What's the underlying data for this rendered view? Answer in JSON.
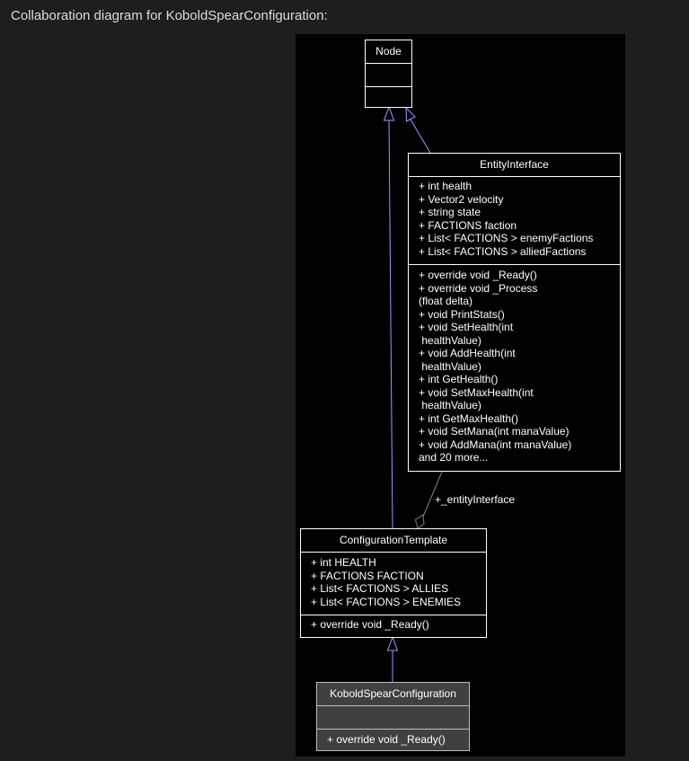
{
  "heading": "Collaboration diagram for KoboldSpearConfiguration:",
  "colors": {
    "page_background": "#1e1e20",
    "diagram_background": "#000000",
    "class_border": "#ffffff",
    "focus_class_fill": "#404040",
    "inheritance_edge": "#9a9aff",
    "association_edge": "#808080"
  },
  "classes": {
    "node": {
      "name": "Node",
      "attributes": [],
      "methods": []
    },
    "entity_interface": {
      "name": "EntityInterface",
      "attributes": [
        "+ int health",
        "+ Vector2 velocity",
        "+ string state",
        "+ FACTIONS faction",
        "+ List< FACTIONS > enemyFactions",
        "+ List< FACTIONS > alliedFactions"
      ],
      "methods": [
        "+ override void _Ready()",
        "+ override void _Process",
        "(float delta)",
        "+ void PrintStats()",
        "+ void SetHealth(int",
        " healthValue)",
        "+ void AddHealth(int",
        " healthValue)",
        "+ int GetHealth()",
        "+ void SetMaxHealth(int",
        " healthValue)",
        "+ int GetMaxHealth()",
        "+ void SetMana(int manaValue)",
        "+ void AddMana(int manaValue)",
        "and 20 more..."
      ]
    },
    "configuration_template": {
      "name": "ConfigurationTemplate",
      "attributes": [
        "+ int HEALTH",
        "+ FACTIONS FACTION",
        "+ List< FACTIONS > ALLIES",
        "+ List< FACTIONS > ENEMIES"
      ],
      "methods": [
        "+ override void _Ready()"
      ]
    },
    "kobold_spear_configuration": {
      "name": "KoboldSpearConfiguration",
      "attributes": [],
      "methods": [
        "+ override void _Ready()"
      ]
    }
  },
  "edges": {
    "association_label": "+_entityInterface"
  }
}
